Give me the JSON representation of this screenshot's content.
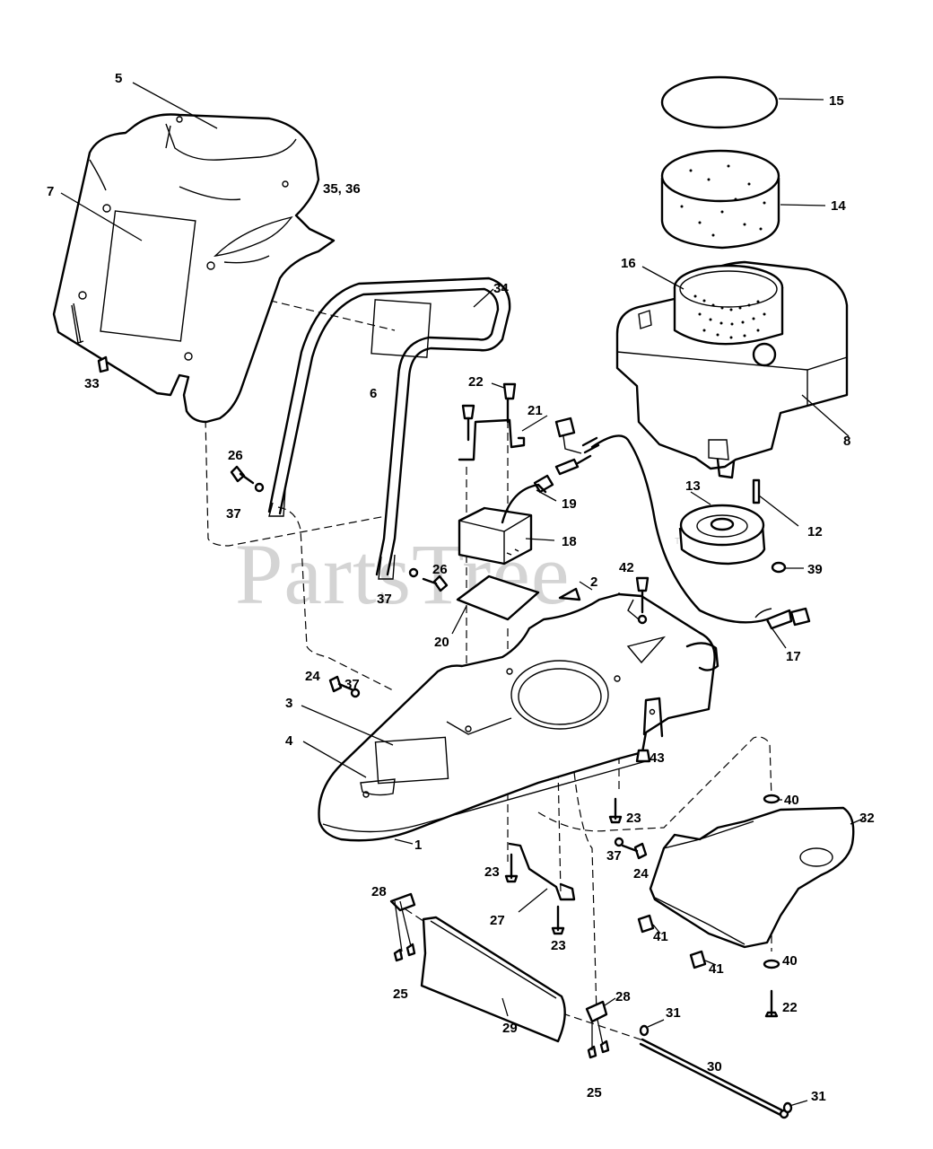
{
  "watermark": {
    "text": "PartsTree",
    "trademark": "TM"
  },
  "callouts": {
    "c1": "1",
    "c2": "2",
    "c3": "3",
    "c4": "4",
    "c5": "5",
    "c6": "6",
    "c7": "7",
    "c8": "8",
    "c12": "12",
    "c13": "13",
    "c14": "14",
    "c15": "15",
    "c16": "16",
    "c17": "17",
    "c18": "18",
    "c19": "19",
    "c20": "20",
    "c21": "21",
    "c22a": "22",
    "c22b": "22",
    "c23a": "23",
    "c23b": "23",
    "c23c": "23",
    "c24a": "24",
    "c24b": "24",
    "c25a": "25",
    "c25b": "25",
    "c26a": "26",
    "c26b": "26",
    "c27": "27",
    "c28a": "28",
    "c28b": "28",
    "c29": "29",
    "c30": "30",
    "c31a": "31",
    "c31b": "31",
    "c32": "32",
    "c33": "33",
    "c34": "34",
    "c3536": "35, 36",
    "c37a": "37",
    "c37b": "37",
    "c37c": "37",
    "c37d": "37",
    "c39": "39",
    "c40a": "40",
    "c40b": "40",
    "c41a": "41",
    "c41b": "41",
    "c42": "42",
    "c43": "43"
  }
}
